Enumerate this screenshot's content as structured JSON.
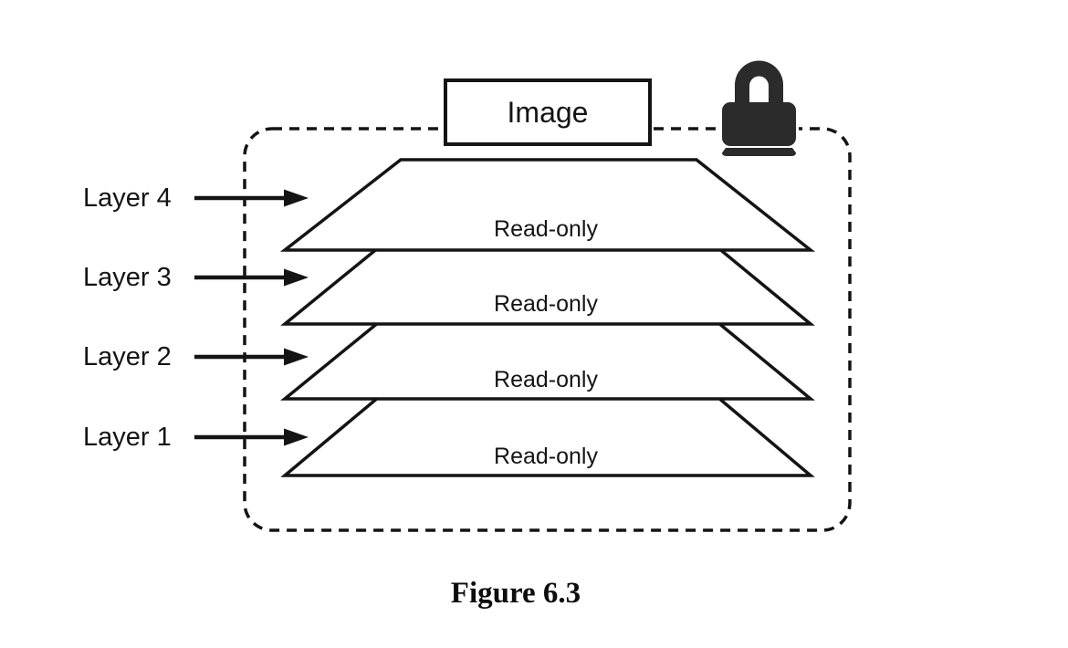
{
  "diagram": {
    "image_box": {
      "label": "Image"
    },
    "lock_icon": "padlock-icon",
    "layers": [
      {
        "label": "Layer 4",
        "access": "Read-only"
      },
      {
        "label": "Layer 3",
        "access": "Read-only"
      },
      {
        "label": "Layer 2",
        "access": "Read-only"
      },
      {
        "label": "Layer 1",
        "access": "Read-only"
      }
    ],
    "caption": "Figure 6.3",
    "colors": {
      "line": "#141414",
      "lock": "#2b2b2b",
      "fill": "#ffffff",
      "background": "#ffffff"
    }
  }
}
